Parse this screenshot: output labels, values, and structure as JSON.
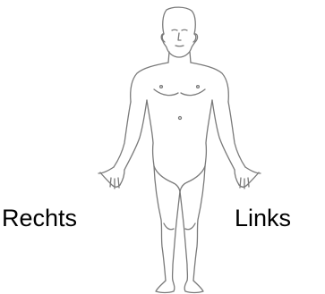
{
  "labels": {
    "right": "Rechts",
    "left": "Links"
  },
  "figure": {
    "icon": "human-body-front-outline",
    "stroke_color": "#7a7a7a"
  }
}
